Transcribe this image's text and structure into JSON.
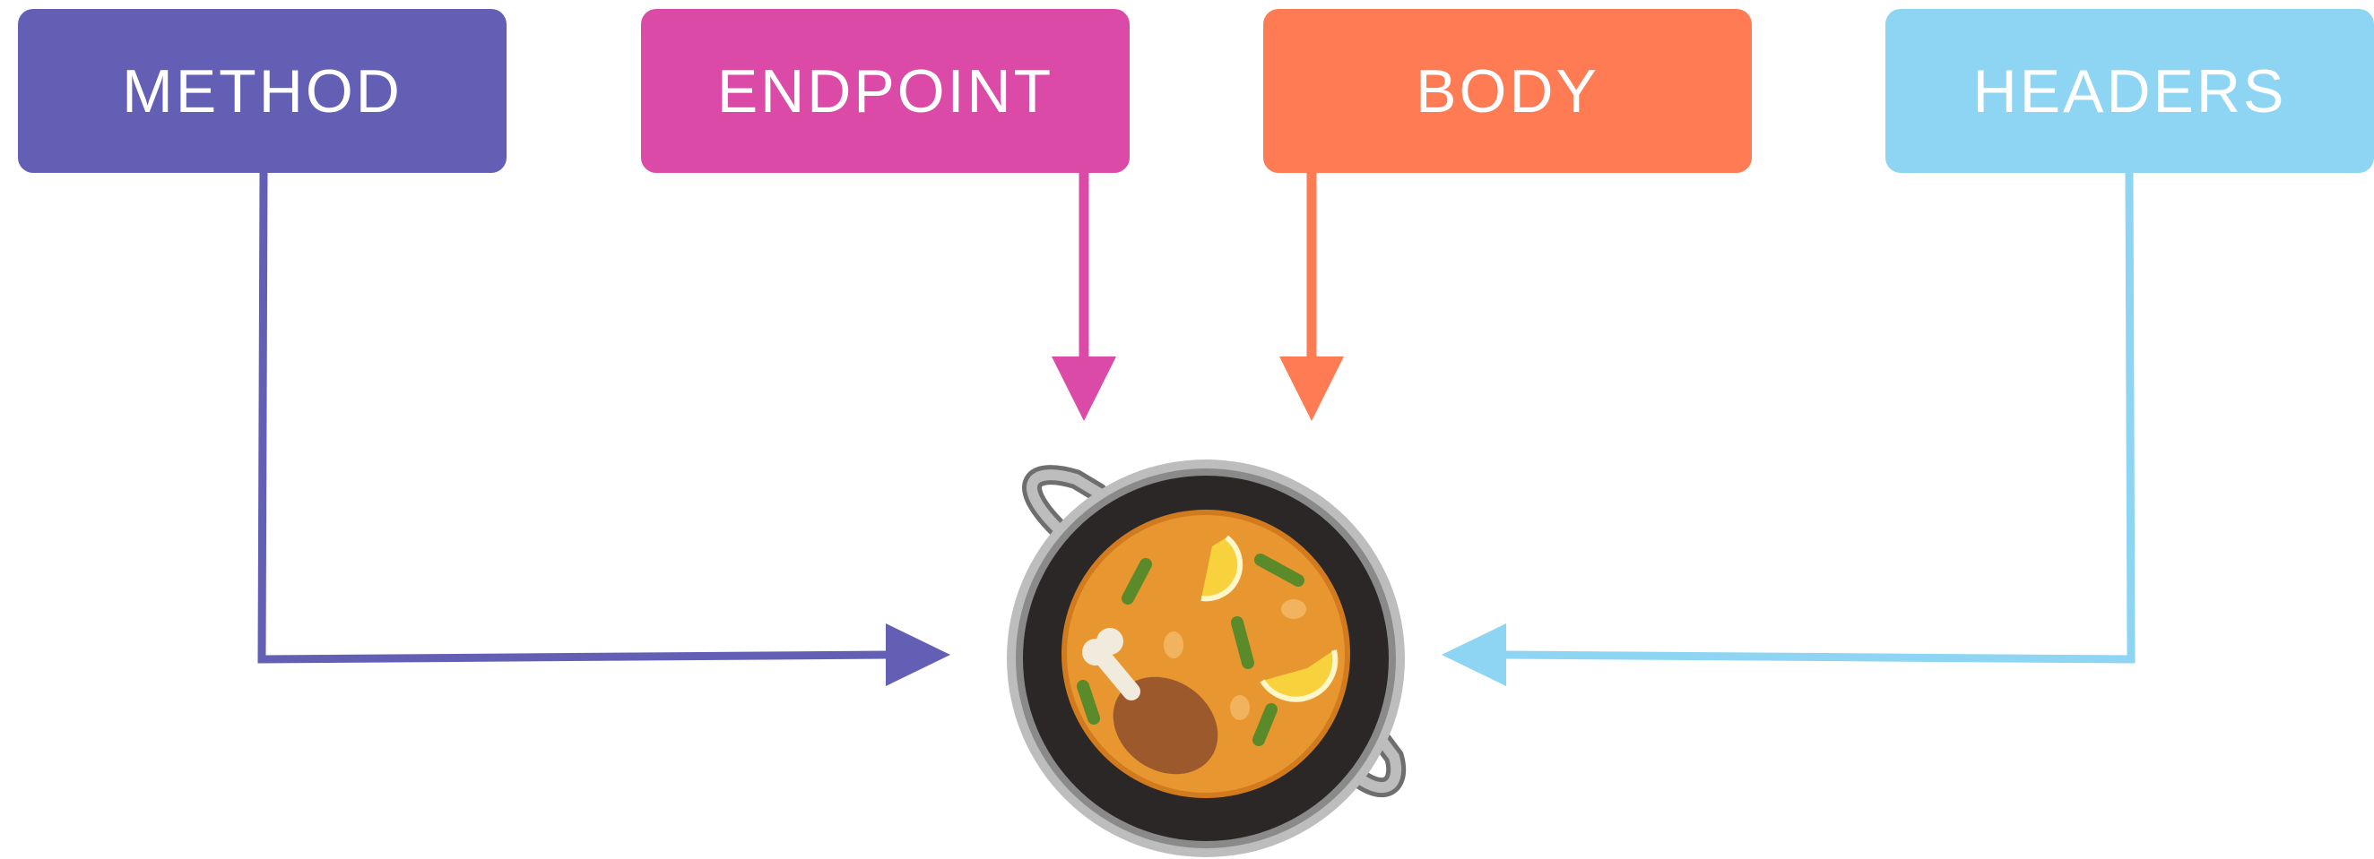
{
  "boxes": [
    {
      "label": "METHOD",
      "color": "#635FB5"
    },
    {
      "label": "ENDPOINT",
      "color": "#DC4AA8"
    },
    {
      "label": "BODY",
      "color": "#FF7B53"
    },
    {
      "label": "HEADERS",
      "color": "#8DD5F2"
    }
  ],
  "center_icon": "paella-pan-icon",
  "colors": {
    "pan_rim": "#BDBDBD",
    "pan_inner": "#2B2726",
    "rice": "#E8962F",
    "lemon": "#F7D23C",
    "green_bean": "#5A8A2A",
    "drumstick": "#9C5A2C"
  }
}
